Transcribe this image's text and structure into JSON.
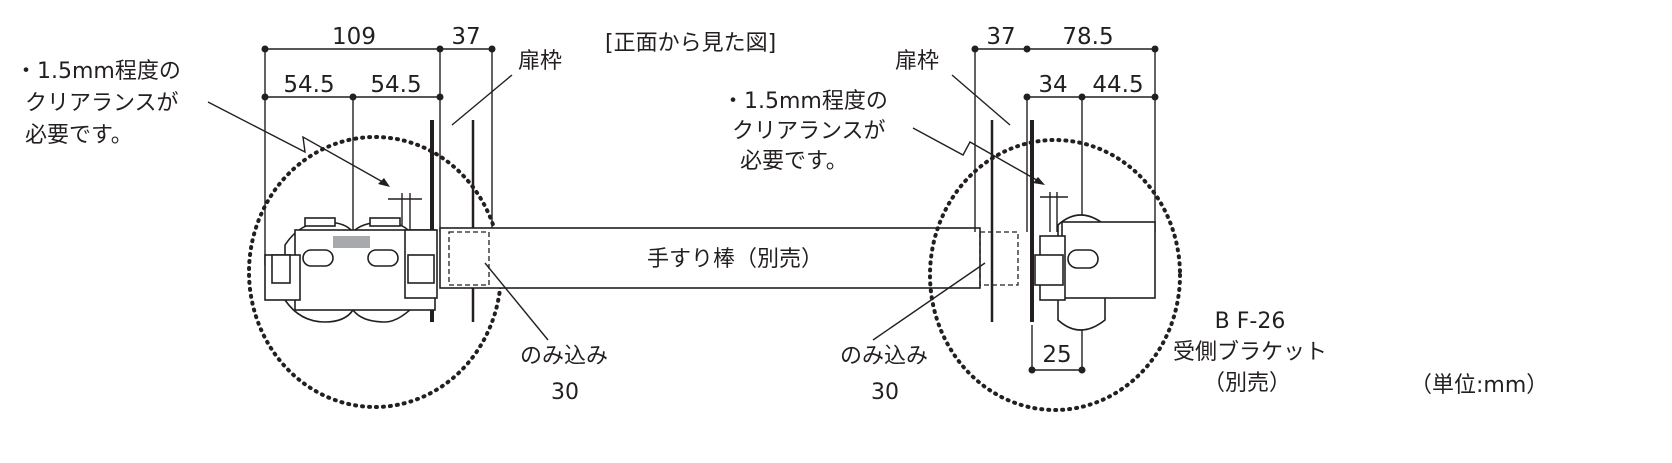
{
  "title": "[正面から見た図]",
  "unit_label": "（単位:mm）",
  "rail_label": "手すり棒（別売）",
  "left": {
    "dims_top": [
      "109",
      "37"
    ],
    "dims_second": [
      "54.5",
      "54.5"
    ],
    "clearance_note": [
      "・1.5mm程度の",
      "クリアランスが",
      "必要です。"
    ],
    "frame_label": "扉枠",
    "insertion_label": "のみ込み",
    "insertion_value": "30"
  },
  "right": {
    "dims_top": [
      "37",
      "78.5"
    ],
    "dims_second": [
      "34",
      "44.5"
    ],
    "dim_bottom": "25",
    "clearance_note": [
      "・1.5mm程度の",
      "クリアランスが",
      "必要です。"
    ],
    "frame_label": "扉枠",
    "insertion_label": "のみ込み",
    "insertion_value": "30",
    "bracket_label": [
      "B F-26",
      "受側ブラケット",
      "（別売）"
    ]
  }
}
